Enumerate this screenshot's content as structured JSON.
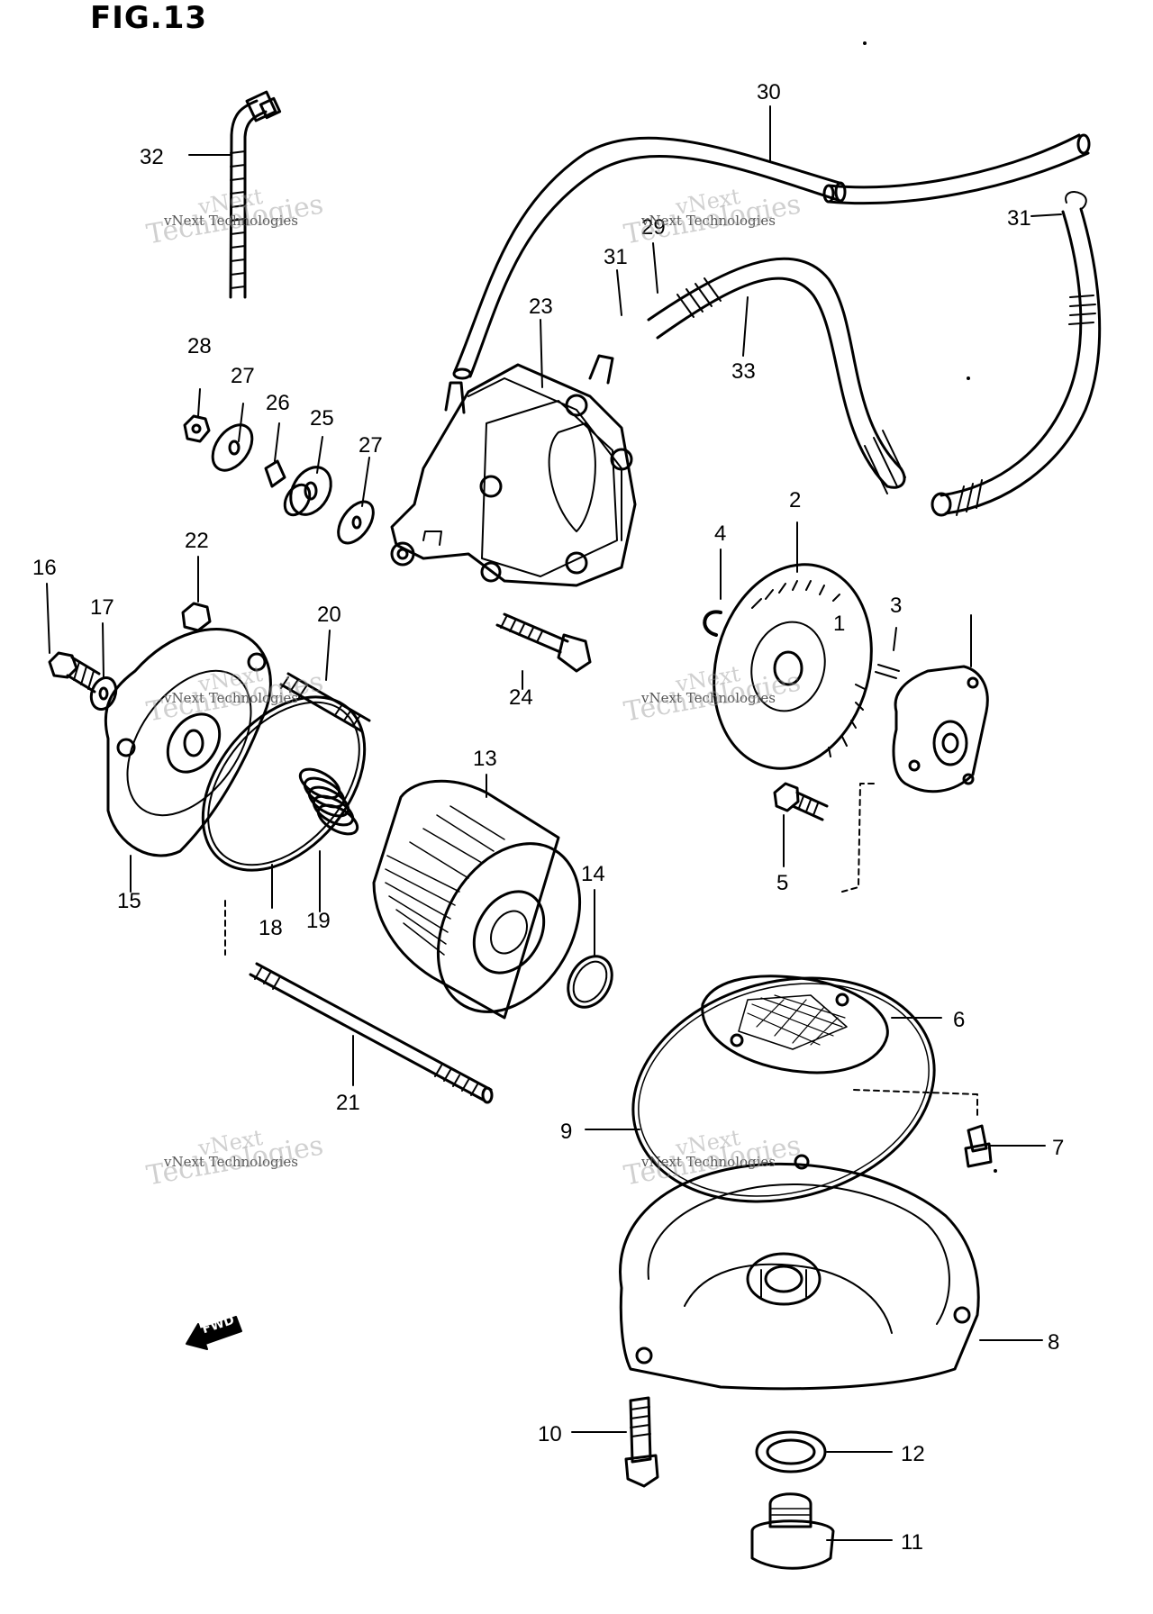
{
  "figure": {
    "title": "FIG.13"
  },
  "forward_marker": {
    "label": "FWD"
  },
  "watermark": {
    "line1": "vNext",
    "line2": "vNext Technologies",
    "line3": "Technologies"
  },
  "callouts": [
    {
      "id": "c1",
      "label": "1"
    },
    {
      "id": "c2",
      "label": "2"
    },
    {
      "id": "c3",
      "label": "3"
    },
    {
      "id": "c4",
      "label": "4"
    },
    {
      "id": "c5",
      "label": "5"
    },
    {
      "id": "c6",
      "label": "6"
    },
    {
      "id": "c7",
      "label": "7"
    },
    {
      "id": "c8",
      "label": "8"
    },
    {
      "id": "c9",
      "label": "9"
    },
    {
      "id": "c10",
      "label": "10"
    },
    {
      "id": "c11",
      "label": "11"
    },
    {
      "id": "c12",
      "label": "12"
    },
    {
      "id": "c13",
      "label": "13"
    },
    {
      "id": "c14",
      "label": "14"
    },
    {
      "id": "c15",
      "label": "15"
    },
    {
      "id": "c16",
      "label": "16"
    },
    {
      "id": "c17",
      "label": "17"
    },
    {
      "id": "c18",
      "label": "18"
    },
    {
      "id": "c19",
      "label": "19"
    },
    {
      "id": "c20",
      "label": "20"
    },
    {
      "id": "c21",
      "label": "21"
    },
    {
      "id": "c22",
      "label": "22"
    },
    {
      "id": "c23",
      "label": "23"
    },
    {
      "id": "c24",
      "label": "24"
    },
    {
      "id": "c25",
      "label": "25"
    },
    {
      "id": "c26",
      "label": "26"
    },
    {
      "id": "c27a",
      "label": "27"
    },
    {
      "id": "c27b",
      "label": "27"
    },
    {
      "id": "c28",
      "label": "28"
    },
    {
      "id": "c29",
      "label": "29"
    },
    {
      "id": "c30",
      "label": "30"
    },
    {
      "id": "c31a",
      "label": "31"
    },
    {
      "id": "c31b",
      "label": "31"
    },
    {
      "id": "c32",
      "label": "32"
    },
    {
      "id": "c33",
      "label": "33"
    }
  ]
}
